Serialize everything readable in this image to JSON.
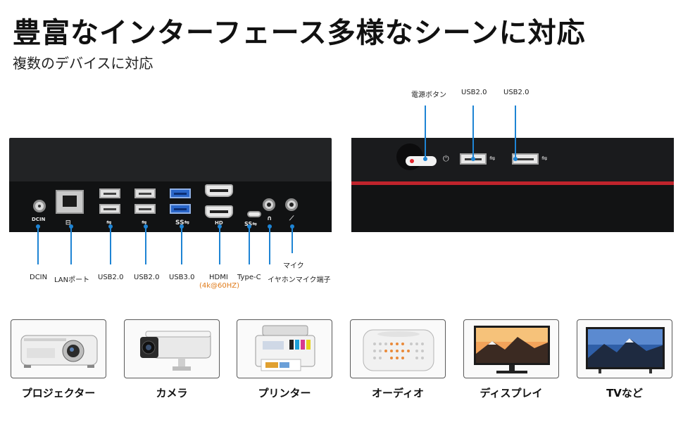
{
  "heading": {
    "title": "豊富なインターフェース多様なシーンに対応",
    "subtitle": "複数のデバイスに対応"
  },
  "rear_panel": {
    "markings": {
      "dcin": "DCIN",
      "hd": "HD"
    },
    "callouts": [
      {
        "id": "dcin",
        "label": "DCIN"
      },
      {
        "id": "lan",
        "label": "LANポート"
      },
      {
        "id": "usb2a",
        "label": "USB2.0"
      },
      {
        "id": "usb2b",
        "label": "USB2.0"
      },
      {
        "id": "usb3",
        "label": "USB3.0"
      },
      {
        "id": "hdmi",
        "label": "HDMI",
        "sub": "(4k@60HZ)"
      },
      {
        "id": "typec",
        "label": "Type-C"
      },
      {
        "id": "earphone",
        "label": "イヤホンマイク端子"
      },
      {
        "id": "mic",
        "label": "マイク"
      }
    ]
  },
  "front_panel": {
    "callouts": [
      {
        "id": "power",
        "label": "電源ボタン"
      },
      {
        "id": "usb2a",
        "label": "USB2.0"
      },
      {
        "id": "usb2b",
        "label": "USB2.0"
      }
    ]
  },
  "devices": [
    {
      "name": "プロジェクター",
      "icon": "projector-icon"
    },
    {
      "name": "カメラ",
      "icon": "camera-icon"
    },
    {
      "name": "プリンター",
      "icon": "printer-icon"
    },
    {
      "name": "オーディオ",
      "icon": "speaker-icon"
    },
    {
      "name": "ディスプレイ",
      "icon": "monitor-icon"
    },
    {
      "name": "TVなど",
      "icon": "tv-icon"
    }
  ],
  "colors": {
    "callout_line": "#1e84d4",
    "hdmi_note": "#e07b1a",
    "front_stripe": "#c0242c",
    "usb3_port": "#2a66c9"
  }
}
